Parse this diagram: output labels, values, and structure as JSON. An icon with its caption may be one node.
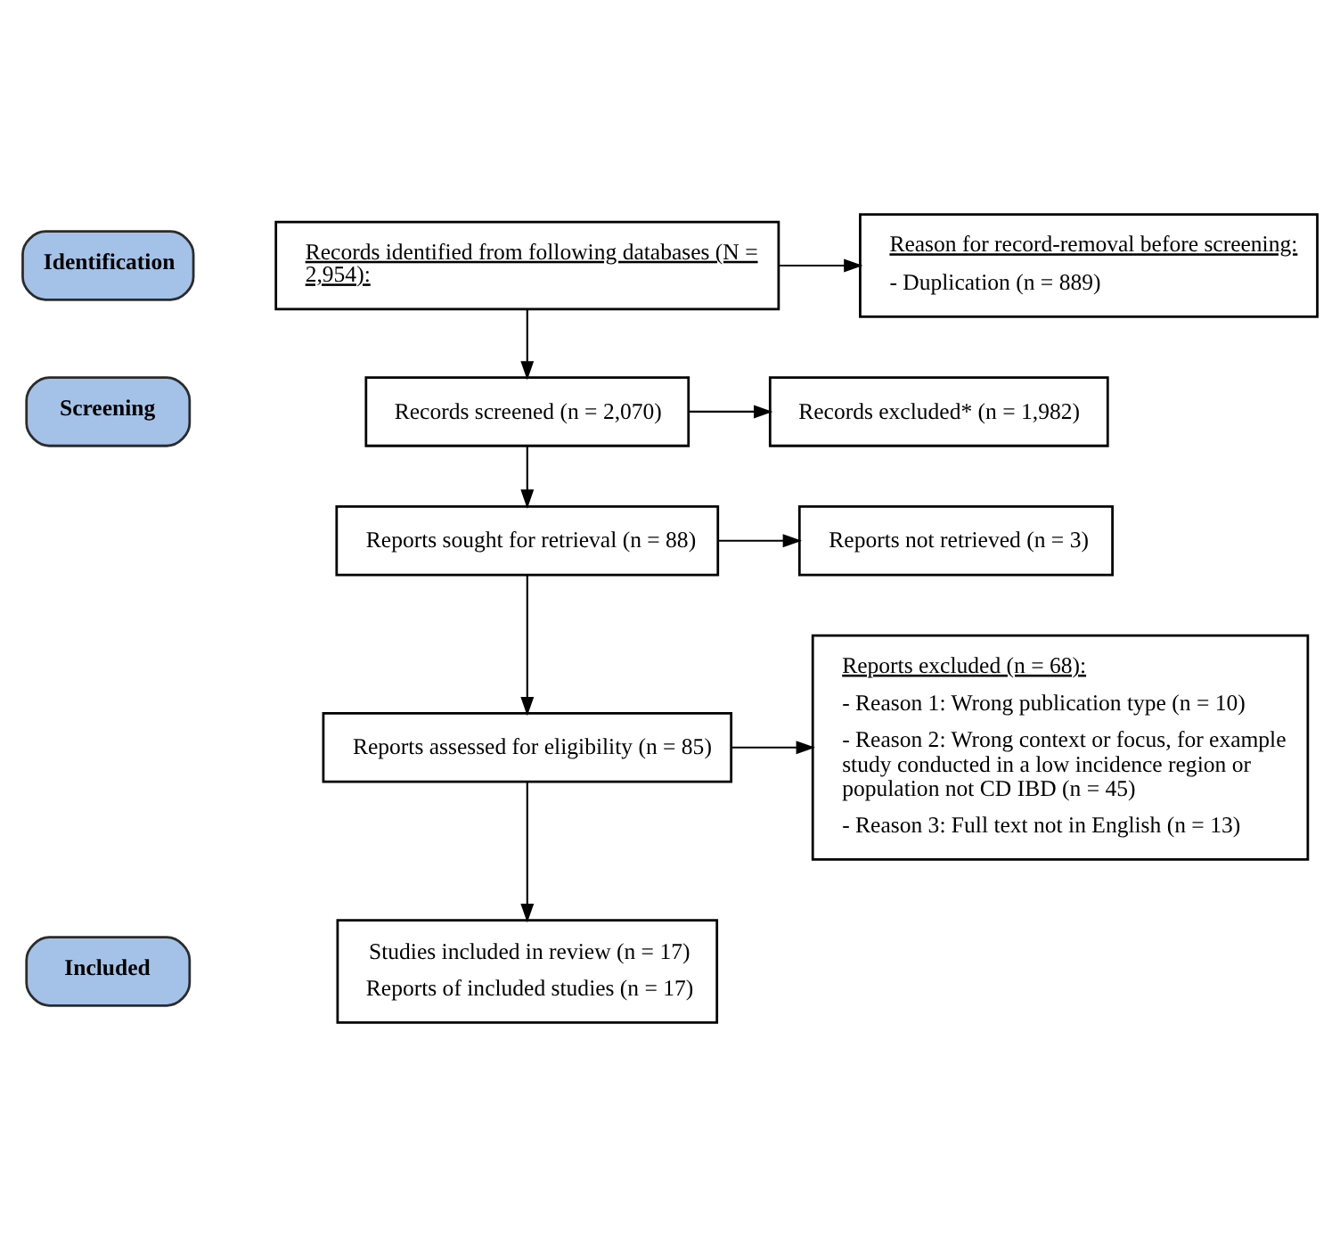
{
  "diagram": {
    "nodes": [
      {
        "text": [
          "Identification"
        ]
      },
      {
        "text": [
          "Records identified from following databases (N = 2,954):"
        ]
      },
      {
        "text": [
          "Reason for record-removal before screening:",
          "- Duplication (n = 889)"
        ]
      },
      {
        "text": [
          "Screening"
        ]
      },
      {
        "text": [
          "Records screened (n = 2,070)"
        ]
      },
      {
        "text": [
          "Records excluded* (n = 1,982)"
        ]
      },
      {
        "text": [
          "Reports sought for retrieval (n = 88)"
        ]
      },
      {
        "text": [
          "Reports not retrieved (n = 3)"
        ]
      },
      {
        "text": [
          "Reports assessed for eligibility (n = 85)"
        ]
      },
      {
        "text": [
          "Reports excluded (n = 68):",
          "- Reason 1: Wrong publication type (n = 10)",
          "- Reason 2: Wrong context or focus, for example study conducted in a low incidence region or population not CD IBD (n = 45)",
          "- Reason 3: Full text not in English (n = 13)"
        ]
      },
      {
        "text": [
          "Included"
        ]
      },
      {
        "text": [
          "Studies included in review (n = 17)",
          "Reports of included studies (n = 17)"
        ]
      }
    ],
    "edges": [
      {
        "from": 1,
        "to": 2,
        "arrow": "to"
      },
      {
        "from": 1,
        "to": 4,
        "arrow": "to"
      },
      {
        "from": 4,
        "to": 5,
        "arrow": "to"
      },
      {
        "from": 4,
        "to": 6,
        "arrow": "to"
      },
      {
        "from": 6,
        "to": 7,
        "arrow": "to"
      },
      {
        "from": 6,
        "to": 8,
        "arrow": "to"
      },
      {
        "from": 8,
        "to": 9,
        "arrow": "to"
      },
      {
        "from": 8,
        "to": 11,
        "arrow": "to"
      }
    ]
  }
}
